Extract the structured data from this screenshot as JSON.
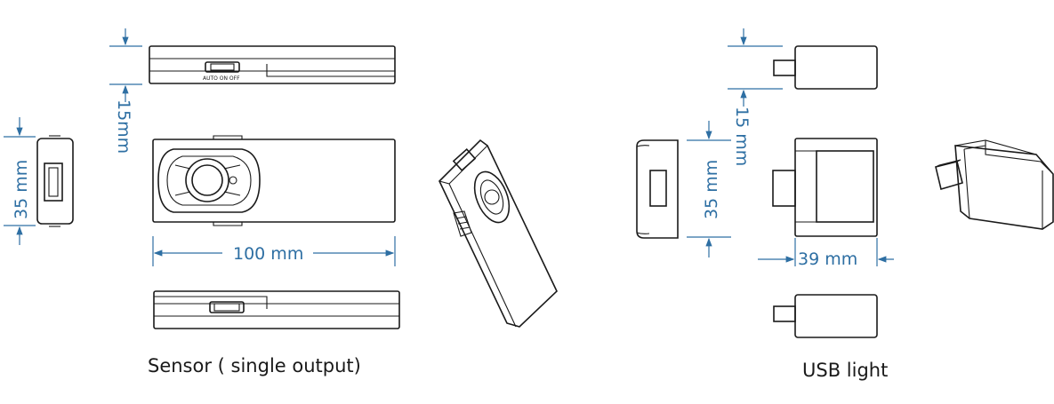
{
  "sensor": {
    "caption": "Sensor ( single output)",
    "dim_length": "100 mm",
    "dim_height": "15mm",
    "dim_width": "35 mm",
    "switch_labels": "AUTO  ON  OFF"
  },
  "usb_light": {
    "caption": "USB light",
    "dim_length": "39 mm",
    "dim_height": "15 mm",
    "dim_width": "35 mm"
  },
  "colors": {
    "dimension": "#2e6fa3",
    "outline": "#1a1a1a"
  }
}
